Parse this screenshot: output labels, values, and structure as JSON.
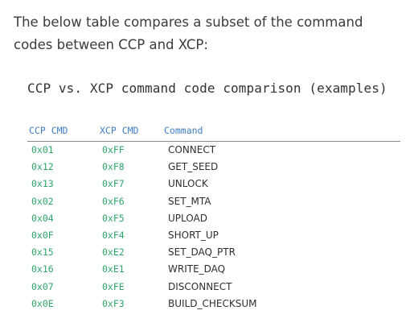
{
  "intro": {
    "text": "The below table compares a subset of the command codes between CCP and XCP:"
  },
  "table": {
    "title": "CCP vs. XCP command code comparison (examples)",
    "headers": {
      "ccp": "CCP CMD",
      "xcp": "XCP CMD",
      "command": "Command"
    },
    "rows": [
      {
        "ccp": "0x01",
        "xcp": "0xFF",
        "command": "CONNECT"
      },
      {
        "ccp": "0x12",
        "xcp": "0xF8",
        "command": "GET_SEED"
      },
      {
        "ccp": "0x13",
        "xcp": "0xF7",
        "command": "UNLOCK"
      },
      {
        "ccp": "0x02",
        "xcp": "0xF6",
        "command": "SET_MTA"
      },
      {
        "ccp": "0x04",
        "xcp": "0xF5",
        "command": "UPLOAD"
      },
      {
        "ccp": "0x0F",
        "xcp": "0xF4",
        "command": "SHORT_UP"
      },
      {
        "ccp": "0x15",
        "xcp": "0xE2",
        "command": "SET_DAQ_PTR"
      },
      {
        "ccp": "0x16",
        "xcp": "0xE1",
        "command": "WRITE_DAQ"
      },
      {
        "ccp": "0x07",
        "xcp": "0xFE",
        "command": "DISCONNECT"
      },
      {
        "ccp": "0x0E",
        "xcp": "0xF3",
        "command": "BUILD_CHECKSUM"
      }
    ]
  },
  "colors": {
    "header": "#3f7ec4",
    "code": "#2ea66a",
    "text": "#333333"
  }
}
